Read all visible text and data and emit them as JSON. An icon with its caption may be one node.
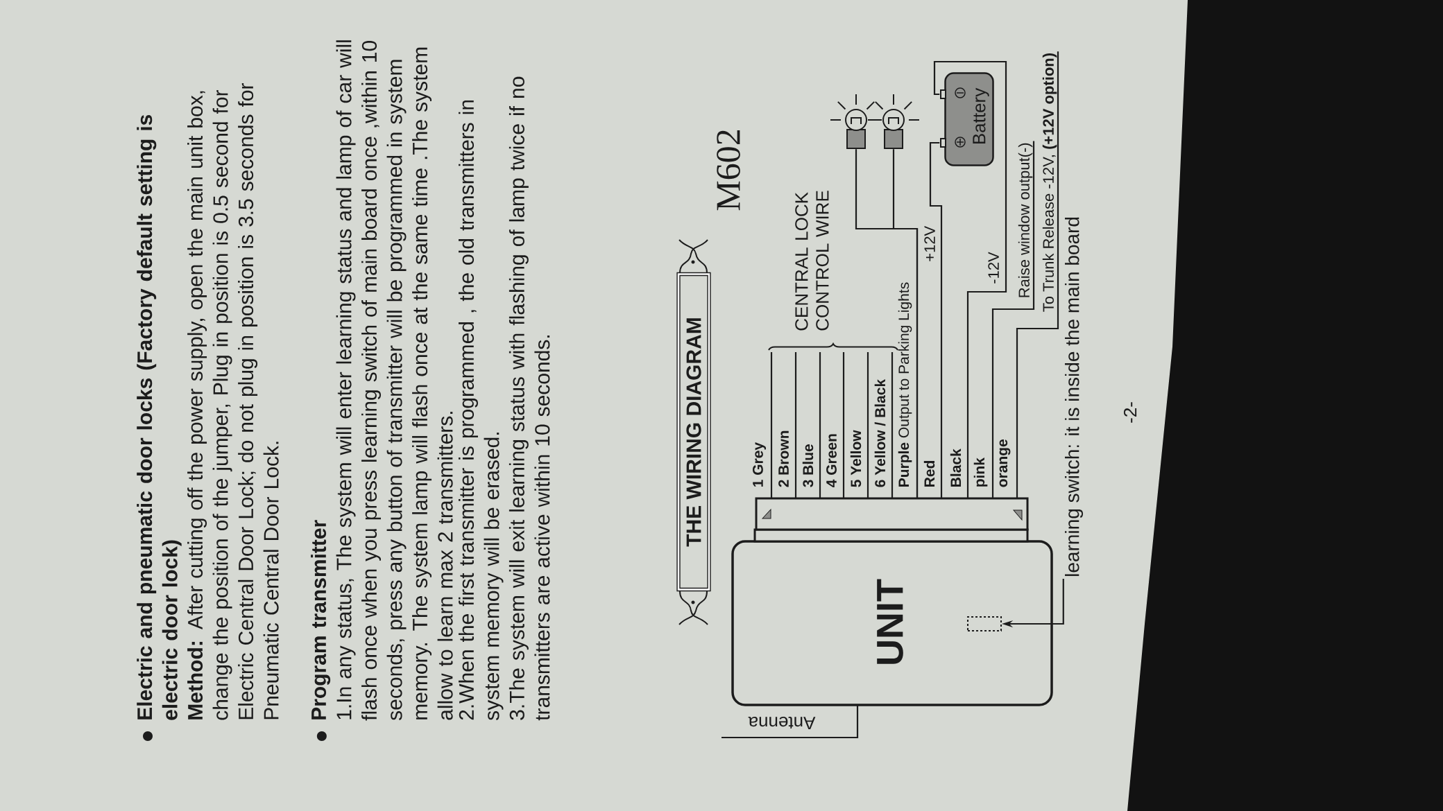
{
  "diagram": {
    "title": "THE WIRING DIAGRAM",
    "nodes": [
      {
        "text": [
          "UNIT"
        ]
      },
      {
        "text": [],
        "shape": "box",
        "in": 0
      },
      {
        "text": [
          "learning switch: it is inside the main board"
        ]
      },
      {
        "text": [],
        "shape": "picture"
      },
      {
        "text": [],
        "shape": "picture"
      },
      {
        "text": [
          "Battery"
        ]
      },
      {
        "text": [
          "Raise window output(-)"
        ]
      },
      {
        "text": [
          "To Trunk Release -12V, **(+12V option)**"
        ]
      }
    ],
    "edges": [
      {
        "from": 2,
        "to": 1,
        "arrow": "to"
      },
      {
        "from": 0,
        "to": null,
        "arrow": "none",
        "label": "Antenna"
      },
      {
        "from": 0,
        "to": null,
        "arrow": "none",
        "label": "1 Grey"
      },
      {
        "from": 0,
        "to": null,
        "arrow": "none",
        "label": "2 Brown"
      },
      {
        "from": 0,
        "to": null,
        "arrow": "none",
        "label": "3 Blue"
      },
      {
        "from": 0,
        "to": null,
        "arrow": "none",
        "label": "4 Green"
      },
      {
        "from": 0,
        "to": null,
        "arrow": "none",
        "label": "5 Yellow"
      },
      {
        "from": 0,
        "to": null,
        "arrow": "none",
        "label": "6 Yellow / Black"
      },
      {
        "from": 0,
        "to": 3,
        "arrow": "none",
        "label": "**Purple** Output to Parking Lights"
      },
      {
        "from": 0,
        "to": 4,
        "arrow": "none"
      },
      {
        "from": 0,
        "to": 5,
        "arrow": "none",
        "label": "Red"
      },
      {
        "from": 0,
        "to": 5,
        "arrow": "none",
        "label": "Black"
      },
      {
        "from": 0,
        "to": 6,
        "arrow": "none",
        "label": "pink"
      },
      {
        "from": 0,
        "to": 7,
        "arrow": "none",
        "label": "orange"
      }
    ],
    "labels": [
      "Electric and pneumatic door locks (Factory default setting is electric door lock)",
      "**Method:** After cutting off the power supply, open the main unit box, change the position of the jumper, Plug in position is 0.5 second for Electric Central Door Lock; do not plug in position is 3.5 seconds for Pneumatic Central Door Lock.",
      "Program transmitter",
      "1.In any status, The system will enter learning status and lamp of car will flash once when you press learning switch of main board once ,within 10 seconds, press any button of transmitter will be programmed in system memory. The system lamp will flash once at the same time .The system allow to learn max 2 transmitters.",
      "2.When the first transmitter is programmed , the old transmitters in system memory will be erased.",
      "3.The system will exit learning status with flashing of lamp twice if no transmitters are active within 10 seconds.",
      "M602",
      "CENTRAL LOCK CONTROL WIRE",
      "+12V",
      "-12V",
      "-2-"
    ]
  }
}
